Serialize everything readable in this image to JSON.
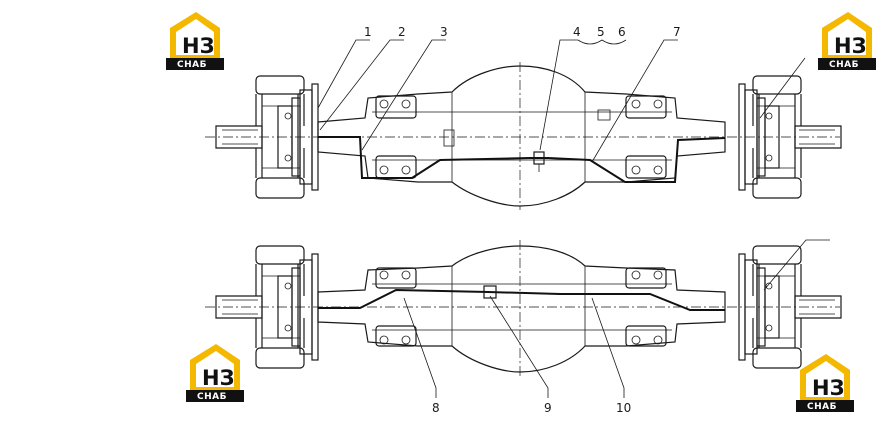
{
  "logo": {
    "letters": "НЗ",
    "subtext": "СНАБ",
    "accent_color": "#f5b800",
    "text_color": "#111111"
  },
  "callouts": [
    "1",
    "2",
    "3",
    "4",
    "5",
    "6",
    "7",
    "8",
    "9",
    "10"
  ]
}
